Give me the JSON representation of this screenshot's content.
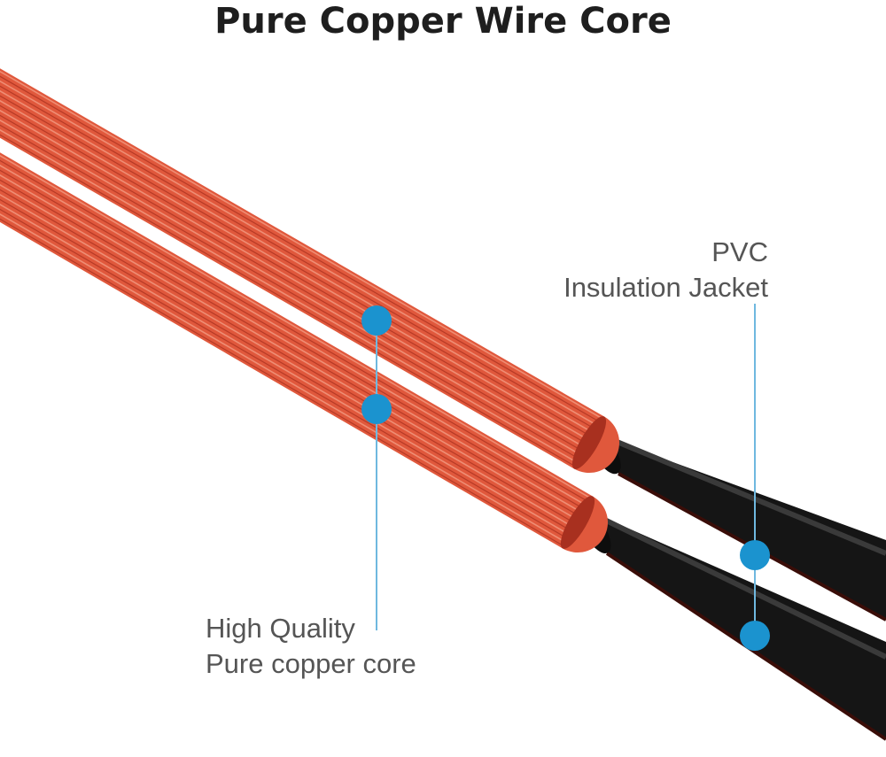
{
  "title": "Pure Copper Wire Core",
  "callouts": {
    "jacket": {
      "line1": "PVC",
      "line2": "Insulation Jacket"
    },
    "core": {
      "line1": "High Quality",
      "line2": "Pure copper core"
    }
  },
  "colors": {
    "copper": "#e0583c",
    "copper_light": "#f4a088",
    "copper_dark": "#a8301f",
    "jacket": "#1a1a1a",
    "marker": "#1b93cf",
    "leader_line": "#6fb8df",
    "title": "#1e1e1e",
    "label": "#555555"
  }
}
